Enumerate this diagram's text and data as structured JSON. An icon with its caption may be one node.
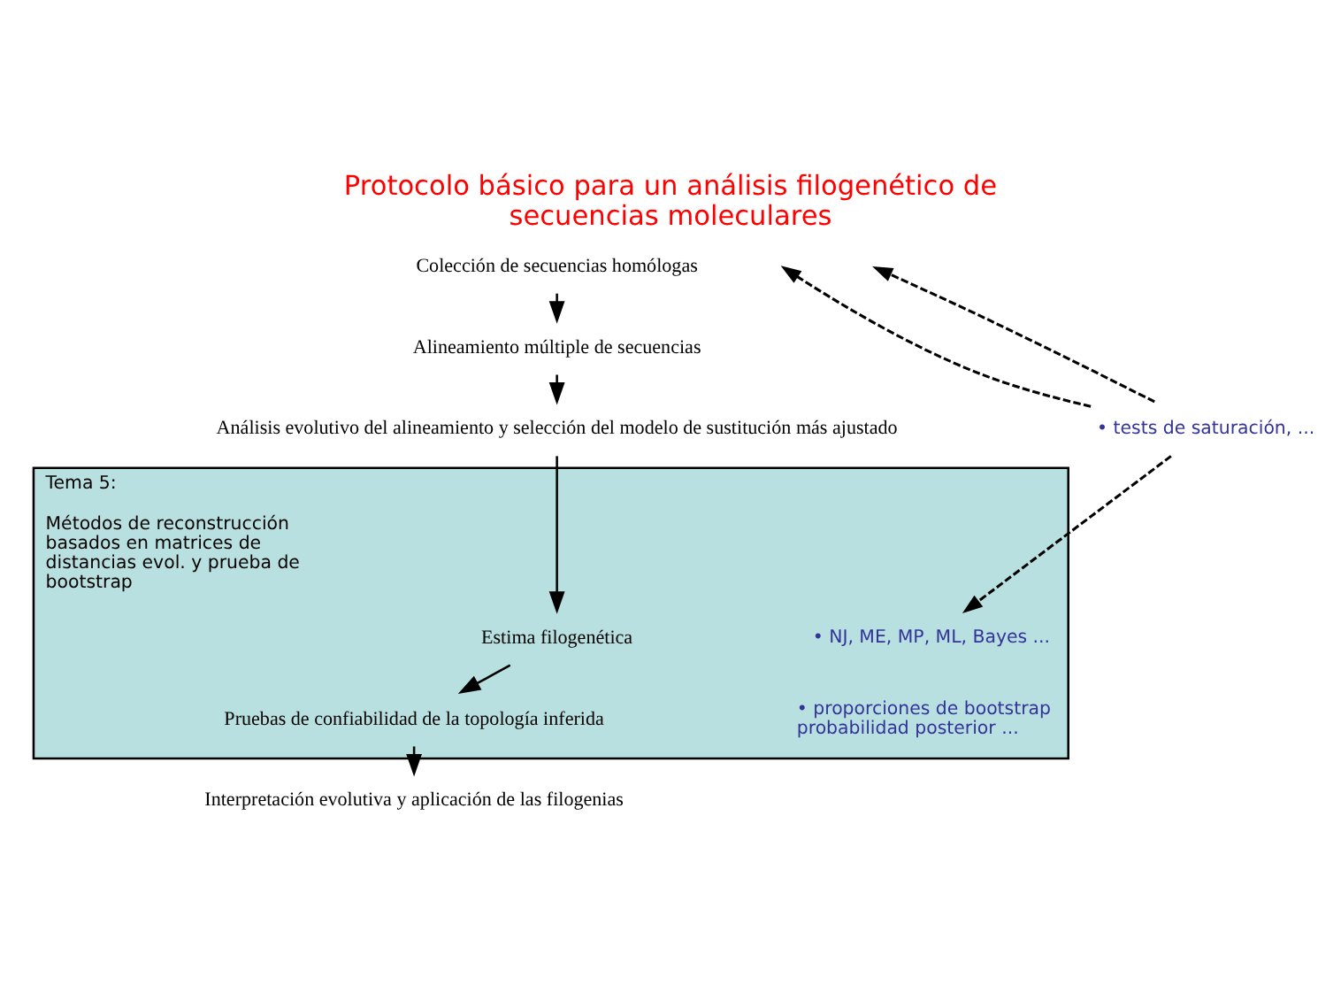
{
  "diagram": {
    "title": "Protocolo básico para un análisis filogenético de secuencias moleculares",
    "nodes": [
      {
        "text": [
          "Colección de secuencias homólogas"
        ]
      },
      {
        "text": [
          "Alineamiento múltiple de secuencias"
        ]
      },
      {
        "text": [
          "Análisis evolutivo del alineamiento y selección del modelo de sustitución más ajustado"
        ]
      },
      {
        "text": [
          "• tests de saturación, ..."
        ]
      },
      {
        "text": [
          "Tema 5:",
          "Métodos de reconstrucción basados en matrices de distancias evol. y prueba de bootstrap"
        ]
      },
      {
        "text": [
          "Estima filogenética"
        ],
        "in": 4
      },
      {
        "text": [
          "• NJ, ME, MP, ML, Bayes ..."
        ],
        "in": 4
      },
      {
        "text": [
          "Pruebas de confiabilidad de la topología inferida"
        ],
        "in": 4
      },
      {
        "text": [
          "• proporciones de bootstrap probabilidad posterior ..."
        ],
        "in": 4
      },
      {
        "text": [
          "Interpretación evolutiva y aplicación de las filogenias"
        ]
      }
    ],
    "edges": [
      {
        "from": 0,
        "to": 1,
        "arrow": "to"
      },
      {
        "from": 1,
        "to": 2,
        "arrow": "to"
      },
      {
        "from": 2,
        "to": 5,
        "arrow": "to"
      },
      {
        "from": 5,
        "to": 7,
        "arrow": "to"
      },
      {
        "from": 7,
        "to": 9,
        "arrow": "to"
      },
      {
        "from": 3,
        "to": null,
        "arrow": "to",
        "style": "dashed"
      },
      {
        "from": 3,
        "to": null,
        "arrow": "to",
        "style": "dashed"
      },
      {
        "from": 3,
        "to": 6,
        "arrow": "to",
        "style": "dashed"
      }
    ]
  }
}
